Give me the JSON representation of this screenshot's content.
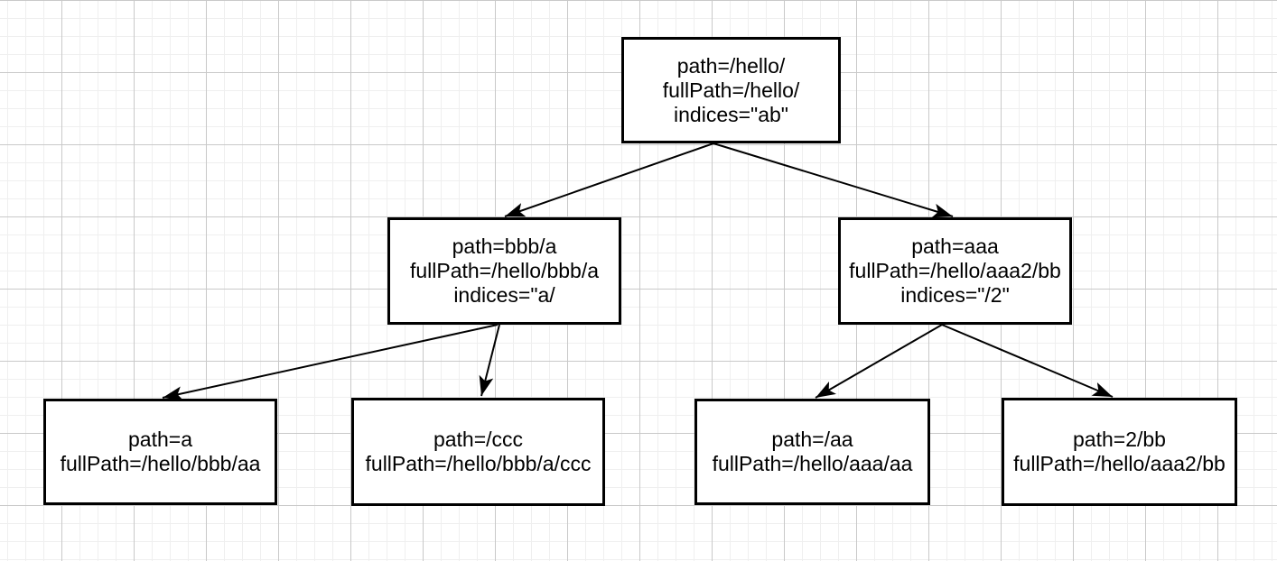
{
  "nodes": [
    {
      "id": "root",
      "lines": [
        "path=/hello/",
        "fullPath=/hello/",
        "indices=\"ab\""
      ]
    },
    {
      "id": "bbb-a",
      "lines": [
        "path=bbb/a",
        "fullPath=/hello/bbb/a",
        "indices=\"a/"
      ]
    },
    {
      "id": "aaa",
      "lines": [
        "path=aaa",
        "fullPath=/hello/aaa2/bb",
        "indices=\"/2\""
      ]
    },
    {
      "id": "a",
      "lines": [
        "path=a",
        "fullPath=/hello/bbb/aa"
      ]
    },
    {
      "id": "ccc",
      "lines": [
        "path=/ccc",
        "fullPath=/hello/bbb/a/ccc"
      ]
    },
    {
      "id": "aa",
      "lines": [
        "path=/aa",
        "fullPath=/hello/aaa/aa"
      ]
    },
    {
      "id": "2-bb",
      "lines": [
        "path=2/bb",
        "fullPath=/hello/aaa2/bb"
      ]
    }
  ],
  "edges": [
    {
      "from": "root",
      "to": "bbb-a"
    },
    {
      "from": "root",
      "to": "aaa"
    },
    {
      "from": "bbb-a",
      "to": "a"
    },
    {
      "from": "bbb-a",
      "to": "ccc"
    },
    {
      "from": "aaa",
      "to": "aa"
    },
    {
      "from": "aaa",
      "to": "2-bb"
    }
  ],
  "colors": {
    "node_border": "#000000",
    "node_fill": "#ffffff",
    "text": "#000000",
    "arrow": "#000000",
    "grid_minor": "#efefef",
    "grid_major": "#c9c9c9",
    "background": "#ffffff"
  }
}
